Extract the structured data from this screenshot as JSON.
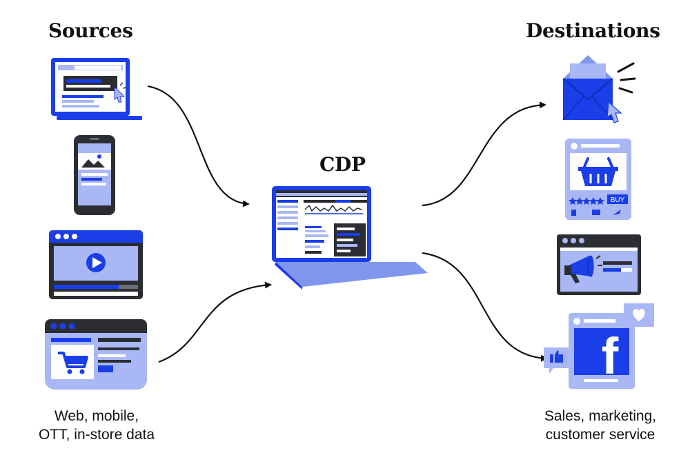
{
  "headings": {
    "sources": "Sources",
    "cdp": "CDP",
    "destinations": "Destinations"
  },
  "captions": {
    "sources_line1": "Web, mobile,",
    "sources_line2": "OTT, in-store data",
    "destinations_line1": "Sales, marketing,",
    "destinations_line2": "customer service"
  },
  "badges": {
    "buy": "BUY",
    "facebook": "f"
  },
  "colors": {
    "blue": "#1a3ee8",
    "light_blue": "#a9b8f5",
    "mid_blue": "#7f96ee",
    "dark": "#2b2d33",
    "white": "#ffffff"
  },
  "icons": {
    "sources": [
      "web-laptop-icon",
      "mobile-phone-icon",
      "ott-video-player-icon",
      "in-store-shopping-cart-icon"
    ],
    "cdp": "cdp-laptop-dashboard-icon",
    "destinations": [
      "email-envelope-icon",
      "ecommerce-basket-icon",
      "marketing-megaphone-icon",
      "facebook-social-icon"
    ]
  }
}
